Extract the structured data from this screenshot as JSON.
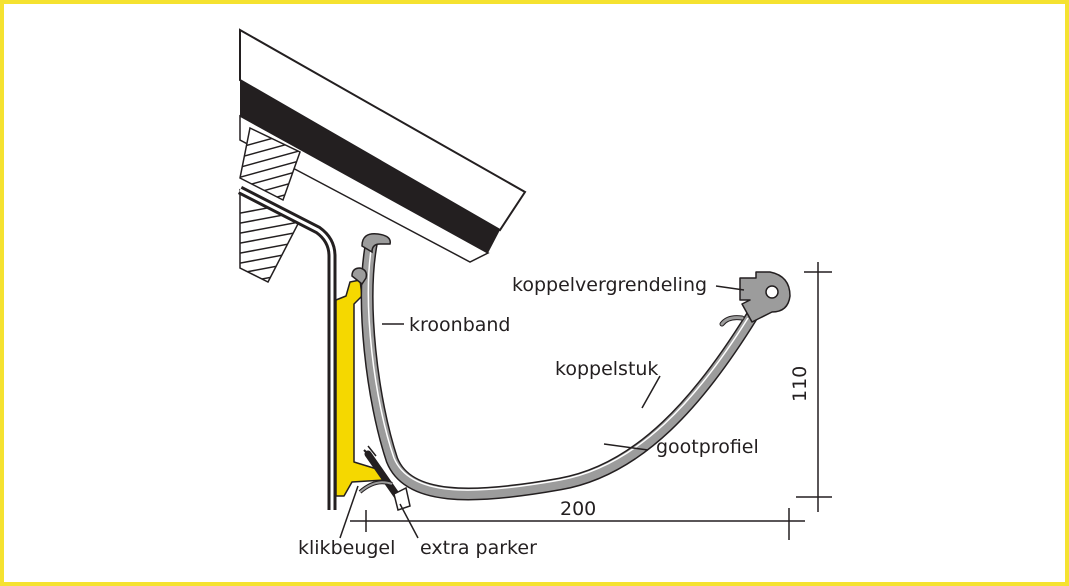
{
  "colors": {
    "frame": "#f5e230",
    "bracket": "#f5d800",
    "profile_fill": "#9c9c9c",
    "line": "#231f20",
    "background": "#ffffff"
  },
  "labels": {
    "koppelvergrendeling": "koppelvergrendeling",
    "kroonband": "kroonband",
    "koppelstuk": "koppelstuk",
    "gootprofiel": "gootprofiel",
    "klikbeugel": "klikbeugel",
    "extra_parker": "extra parker"
  },
  "dimensions": {
    "width": "200",
    "height": "110"
  }
}
